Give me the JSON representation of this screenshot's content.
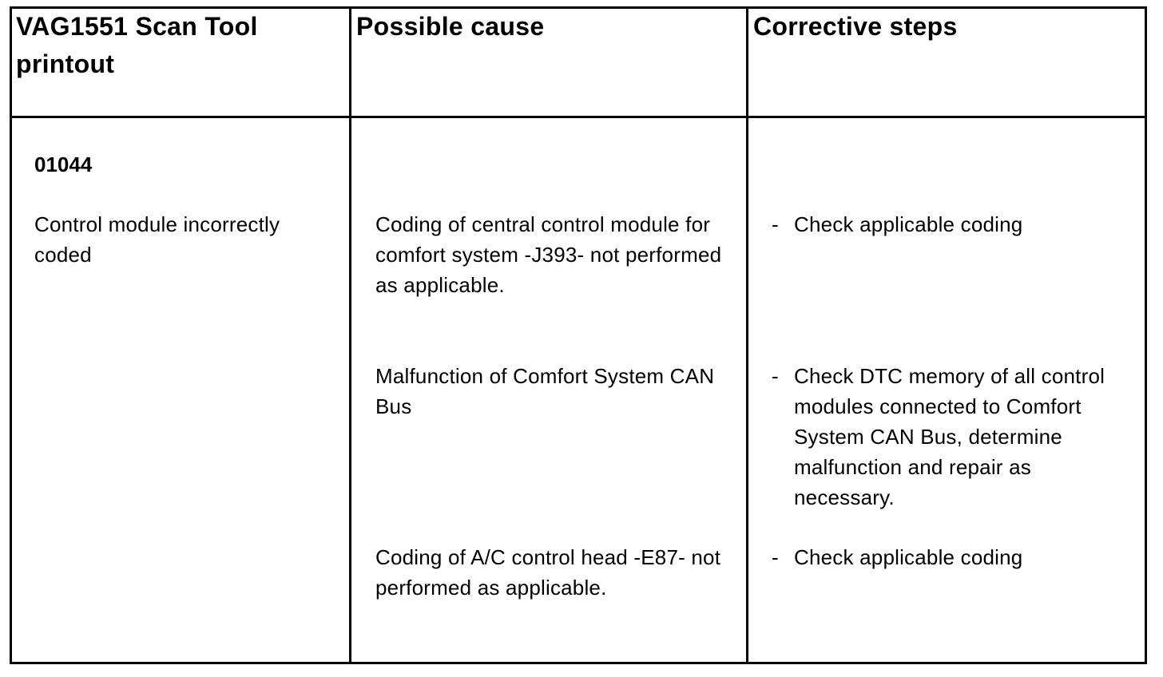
{
  "table": {
    "headers": {
      "col1": "VAG1551 Scan Tool printout",
      "col2": "Possible cause",
      "col3": "Corrective steps"
    },
    "dtc": {
      "code": "01044",
      "description": "Control module incorrectly coded"
    },
    "rows": [
      {
        "cause": "Coding of central control module for comfort system -J393- not performed as applicable.",
        "dash": "-",
        "step": "Check applicable coding"
      },
      {
        "cause": "Malfunction of Comfort System CAN Bus",
        "dash": "-",
        "step": "Check DTC memory of all control modules connected to Comfort System CAN Bus, determine malfunction and repair as necessary."
      },
      {
        "cause": "Coding of A/C control head -E87- not performed as applicable.",
        "dash": "-",
        "step": "Check applicable coding"
      }
    ]
  }
}
